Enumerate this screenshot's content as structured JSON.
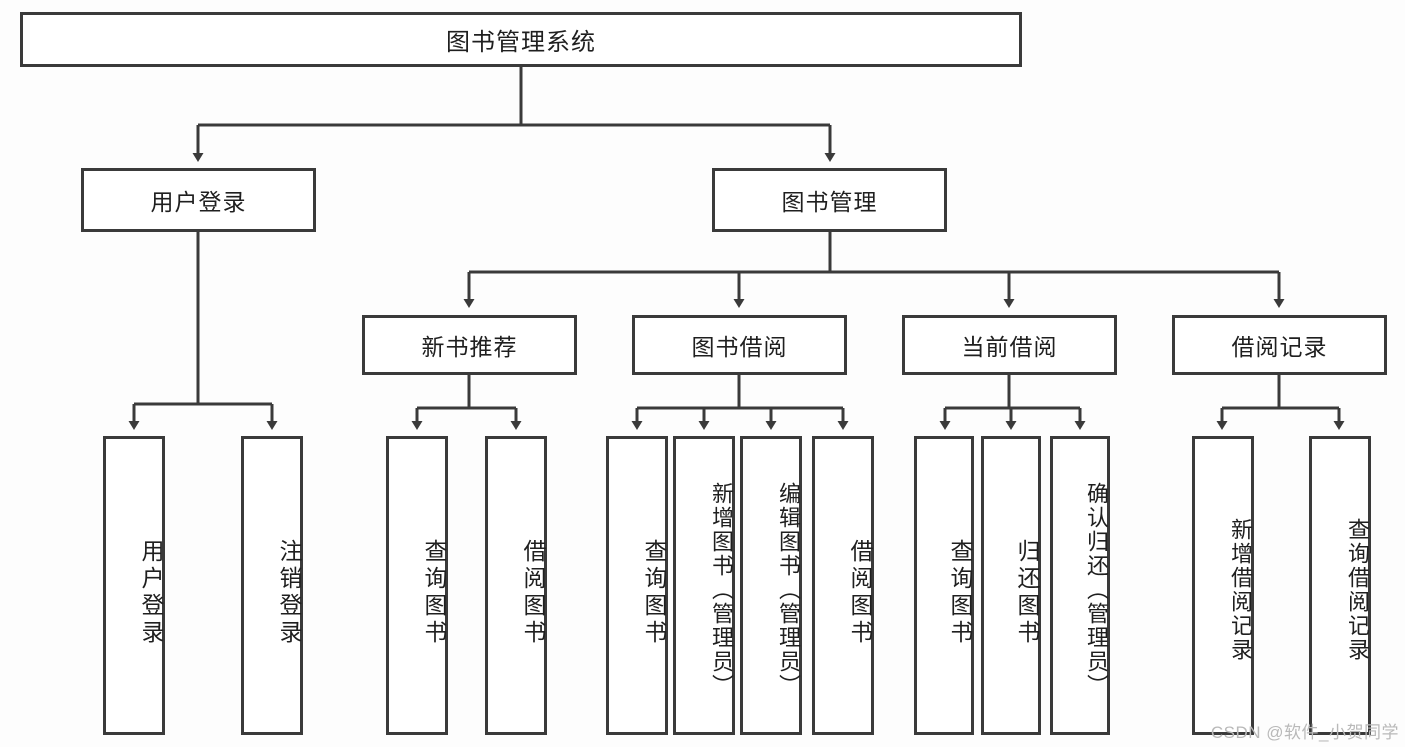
{
  "diagram": {
    "type": "tree-hierarchy-diagram",
    "title": "图书管理系统",
    "root": {
      "label": "图书管理系统"
    },
    "level2": [
      {
        "id": "user-login",
        "label": "用户登录"
      },
      {
        "id": "book-management",
        "label": "图书管理"
      }
    ],
    "level3": [
      {
        "id": "new-book-recommend",
        "label": "新书推荐",
        "parent": "book-management"
      },
      {
        "id": "book-borrow",
        "label": "图书借阅",
        "parent": "book-management"
      },
      {
        "id": "current-borrow",
        "label": "当前借阅",
        "parent": "book-management"
      },
      {
        "id": "borrow-record",
        "label": "借阅记录",
        "parent": "book-management"
      }
    ],
    "leaves": [
      {
        "id": "leaf-user-login",
        "label": "用户登录",
        "parent": "user-login"
      },
      {
        "id": "leaf-logout-login",
        "label": "注销登录",
        "parent": "user-login"
      },
      {
        "id": "leaf-query-book-1",
        "label": "查询图书",
        "parent": "new-book-recommend"
      },
      {
        "id": "leaf-borrow-book-1",
        "label": "借阅图书",
        "parent": "new-book-recommend"
      },
      {
        "id": "leaf-query-book-2",
        "label": "查询图书",
        "parent": "book-borrow"
      },
      {
        "id": "leaf-add-book",
        "label": "新增图书（管理员）",
        "parent": "book-borrow"
      },
      {
        "id": "leaf-edit-book",
        "label": "编辑图书（管理员）",
        "parent": "book-borrow"
      },
      {
        "id": "leaf-borrow-book-2",
        "label": "借阅图书",
        "parent": "book-borrow"
      },
      {
        "id": "leaf-query-book-3",
        "label": "查询图书",
        "parent": "current-borrow"
      },
      {
        "id": "leaf-return-book",
        "label": "归还图书",
        "parent": "current-borrow"
      },
      {
        "id": "leaf-confirm-return",
        "label": "确认归还（管理员）",
        "parent": "current-borrow"
      },
      {
        "id": "leaf-add-record",
        "label": "新增借阅记录",
        "parent": "borrow-record"
      },
      {
        "id": "leaf-query-record",
        "label": "查询借阅记录",
        "parent": "borrow-record"
      }
    ],
    "colors": {
      "box_border": "#3a3a3a",
      "box_fill": "#ffffff",
      "connector": "#3a3a3a",
      "text": "#1f1f1f",
      "watermark": "#b9b9b9"
    }
  },
  "watermark": {
    "text": "CSDN @软件_小贺同学"
  }
}
